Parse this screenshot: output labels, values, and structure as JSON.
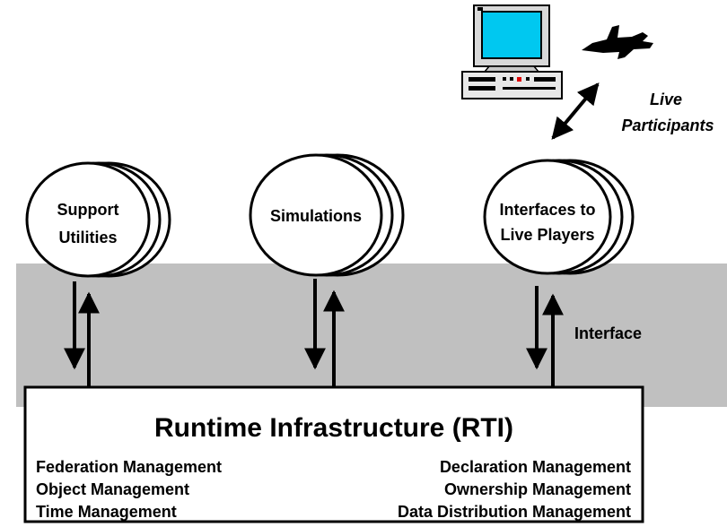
{
  "diagram": {
    "rti_title": "Runtime Infrastructure (RTI)",
    "services_left": [
      "Federation Management",
      "Object Management",
      "Time Management"
    ],
    "services_right": [
      "Declaration Management",
      "Ownership Management",
      "Data Distribution Management"
    ],
    "interface_label": "Interface",
    "live_participants": [
      "Live",
      "Participants"
    ],
    "nodes": [
      {
        "id": "support-utilities",
        "lines": [
          "Support",
          "Utilities"
        ]
      },
      {
        "id": "simulations",
        "lines": [
          "Simulations"
        ]
      },
      {
        "id": "interfaces-to-live-players",
        "lines": [
          "Interfaces to",
          "Live Players"
        ]
      }
    ],
    "icons": {
      "computer": "computer-workstation-icon",
      "aircraft": "jet-aircraft-icon"
    },
    "colors": {
      "interface_band": "#c0c0c0",
      "monitor_screen": "#00c8f0",
      "ink": "#000000",
      "fill": "#ffffff"
    }
  }
}
